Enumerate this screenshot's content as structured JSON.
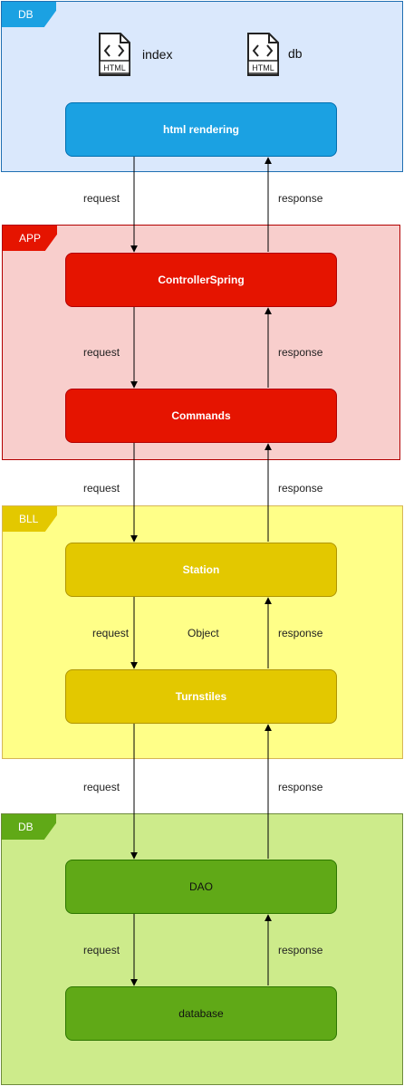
{
  "layers": {
    "top": {
      "tag": "DB",
      "color": "#dae8fc",
      "border": "#1f6fb2",
      "tag_color": "#1ba1e2"
    },
    "app": {
      "tag": "APP",
      "color": "#f8cecc",
      "border": "#b20000",
      "tag_color": "#e51400"
    },
    "bll": {
      "tag": "BLL",
      "color": "#ffff88",
      "border": "#d6b656",
      "tag_color": "#e3c800"
    },
    "db": {
      "tag": "DB",
      "color": "#cdeb8b",
      "border": "#6d8a3a",
      "tag_color": "#60a917"
    }
  },
  "files": [
    {
      "name": "index",
      "icon": "html-file-icon",
      "icon_label": "HTML"
    },
    {
      "name": "db",
      "icon": "html-file-icon",
      "icon_label": "HTML"
    }
  ],
  "boxes": {
    "html_rendering": "html rendering",
    "controller_spring": "ControllerSpring",
    "commands": "Commands",
    "station": "Station",
    "turnstiles": "Turnstiles",
    "dao": "DAO",
    "database": "database"
  },
  "labels": {
    "request": "request",
    "response": "response",
    "object": "Object"
  }
}
